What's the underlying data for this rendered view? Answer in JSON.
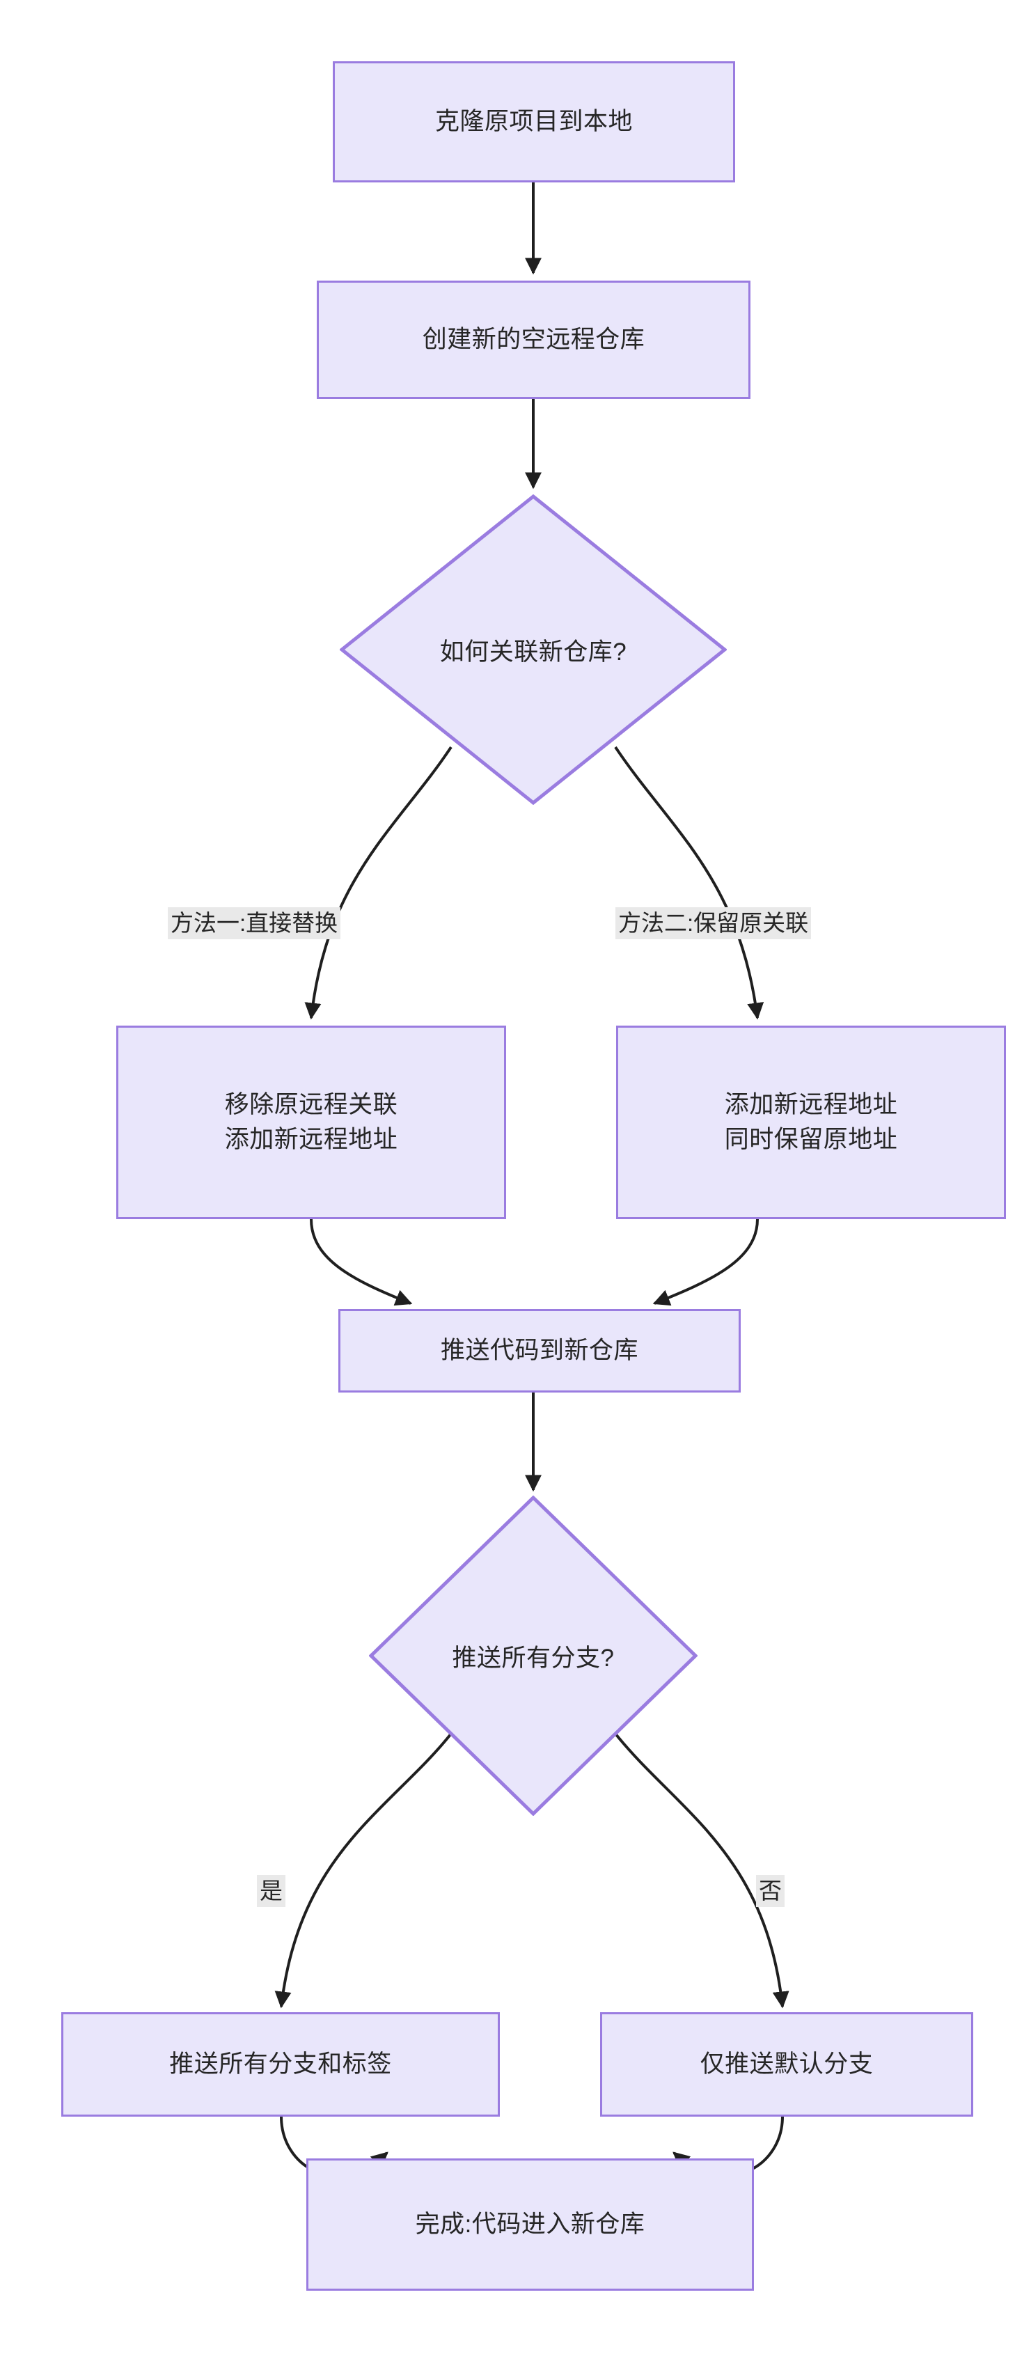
{
  "diagram": {
    "type": "flowchart",
    "direction": "top-down",
    "theme": {
      "background": "#ffffff",
      "node_fill": "#e9e6fb",
      "node_border": "#9a7ce0",
      "text_color": "#262626",
      "edge_color": "#1f1f1f",
      "edge_label_bg": "#e9e9e9"
    },
    "nodes": [
      {
        "id": "n1",
        "shape": "rect",
        "label": "克隆原项目到本地"
      },
      {
        "id": "n2",
        "shape": "rect",
        "label": "创建新的空远程仓库"
      },
      {
        "id": "d1",
        "shape": "diamond",
        "label": "如何关联新仓库?"
      },
      {
        "id": "n3",
        "shape": "rect",
        "label": "移除原远程关联\n添加新远程地址"
      },
      {
        "id": "n4",
        "shape": "rect",
        "label": "添加新远程地址\n同时保留原地址"
      },
      {
        "id": "n5",
        "shape": "rect",
        "label": "推送代码到新仓库"
      },
      {
        "id": "d2",
        "shape": "diamond",
        "label": "推送所有分支?"
      },
      {
        "id": "n6",
        "shape": "rect",
        "label": "推送所有分支和标签"
      },
      {
        "id": "n7",
        "shape": "rect",
        "label": "仅推送默认分支"
      },
      {
        "id": "n8",
        "shape": "rect",
        "label": "完成:代码进入新仓库"
      }
    ],
    "edges": [
      {
        "from": "n1",
        "to": "n2",
        "label": ""
      },
      {
        "from": "n2",
        "to": "d1",
        "label": ""
      },
      {
        "from": "d1",
        "to": "n3",
        "label": "方法一:直接替换"
      },
      {
        "from": "d1",
        "to": "n4",
        "label": "方法二:保留原关联"
      },
      {
        "from": "n3",
        "to": "n5",
        "label": ""
      },
      {
        "from": "n4",
        "to": "n5",
        "label": ""
      },
      {
        "from": "n5",
        "to": "d2",
        "label": ""
      },
      {
        "from": "d2",
        "to": "n6",
        "label": "是"
      },
      {
        "from": "d2",
        "to": "n7",
        "label": "否"
      },
      {
        "from": "n6",
        "to": "n8",
        "label": ""
      },
      {
        "from": "n7",
        "to": "n8",
        "label": ""
      }
    ],
    "edge_labels": {
      "method_one": "方法一:直接替换",
      "method_two": "方法二:保留原关联",
      "yes": "是",
      "no": "否"
    }
  }
}
